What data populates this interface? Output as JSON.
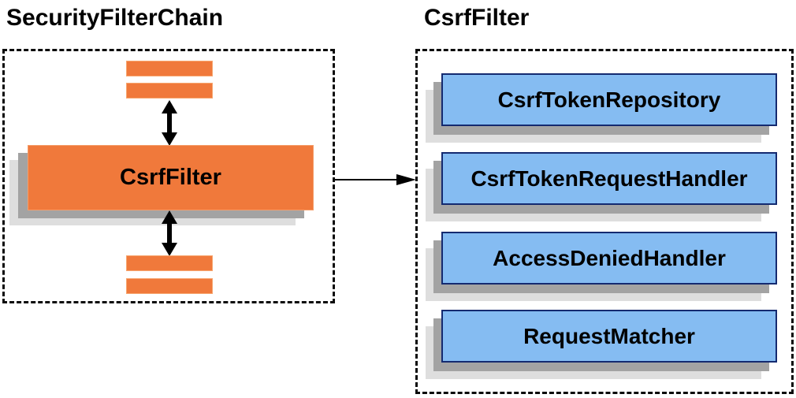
{
  "security_filter_chain": {
    "title": "SecurityFilterChain",
    "csrf_filter_label": "CsrfFilter"
  },
  "csrf_filter_panel": {
    "title": "CsrfFilter",
    "components": [
      "CsrfTokenRepository",
      "CsrfTokenRequestHandler",
      "AccessDeniedHandler",
      "RequestMatcher"
    ]
  },
  "icons": {
    "vertical_double_arrow": "bidirectional-arrow-icon",
    "flow_arrow": "right-arrow-icon"
  },
  "colors": {
    "orange_fill": "#F0793B",
    "blue_fill": "#85BCF2",
    "blue_border": "#142A70",
    "shadow_dark": "#A3A3A3",
    "shadow_light": "#DEDEDE",
    "dashed_border": "#0B0B0B",
    "text": "#000000",
    "background": "#FFFFFF"
  }
}
